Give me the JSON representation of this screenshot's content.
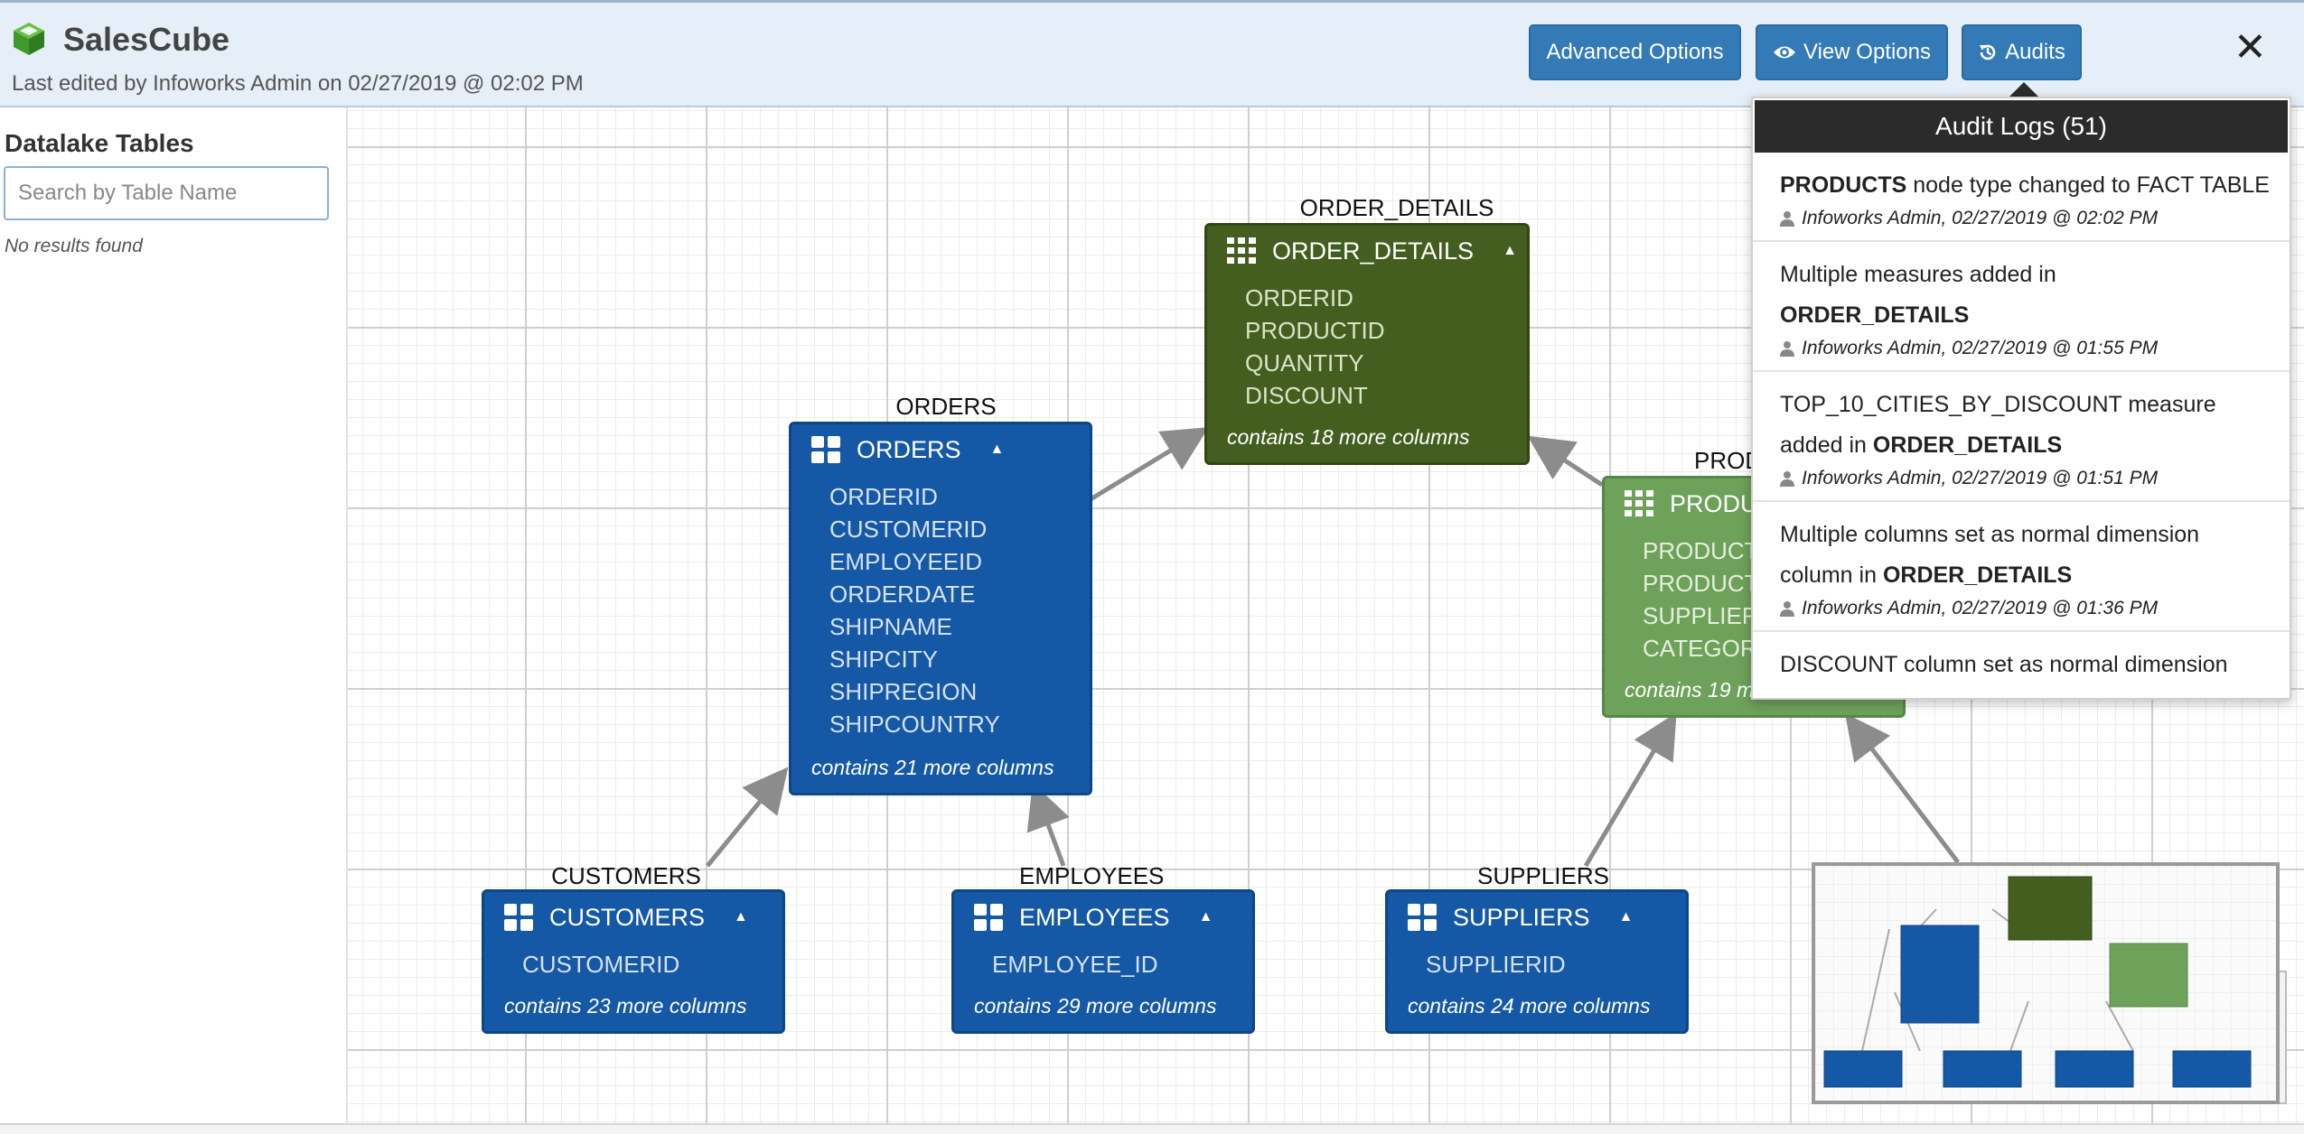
{
  "header": {
    "title": "SalesCube",
    "edited": "Last edited by Infoworks Admin on 02/27/2019 @ 02:02 PM",
    "buttons": {
      "advanced": "Advanced Options",
      "view": "View Options",
      "audits": "Audits"
    },
    "close_glyph": "✕"
  },
  "sidebar": {
    "title": "Datalake Tables",
    "search_placeholder": "Search by Table Name",
    "no_results": "No results found"
  },
  "nodes": {
    "order_details": {
      "label": "ORDER_DETAILS",
      "title": "ORDER_DETAILS",
      "columns": [
        "ORDERID",
        "PRODUCTID",
        "QUANTITY",
        "DISCOUNT"
      ],
      "more": "contains 18 more columns"
    },
    "orders": {
      "label": "ORDERS",
      "title": "ORDERS",
      "columns": [
        "ORDERID",
        "CUSTOMERID",
        "EMPLOYEEID",
        "ORDERDATE",
        "SHIPNAME",
        "SHIPCITY",
        "SHIPREGION",
        "SHIPCOUNTRY"
      ],
      "more": "contains 21 more columns"
    },
    "products": {
      "label": "PROD",
      "title": "PRODU",
      "columns": [
        "PRODUCT",
        "PRODUCT",
        "SUPPLIER",
        "CATEGOR"
      ],
      "more": "contains 19 m"
    },
    "customers": {
      "label": "CUSTOMERS",
      "title": "CUSTOMERS",
      "columns": [
        "CUSTOMERID"
      ],
      "more": "contains 23 more columns"
    },
    "employees": {
      "label": "EMPLOYEES",
      "title": "EMPLOYEES",
      "columns": [
        "EMPLOYEE_ID"
      ],
      "more": "contains 29 more columns"
    },
    "suppliers": {
      "label": "SUPPLIERS",
      "title": "SUPPLIERS",
      "columns": [
        "SUPPLIERID"
      ],
      "more": "contains 24 more columns"
    }
  },
  "audit": {
    "title": "Audit Logs (51)",
    "items": [
      {
        "pre": "",
        "bold": "PRODUCTS",
        "post": " node type changed to FACT TABLE",
        "meta": "Infoworks Admin, 02/27/2019 @ 02:02 PM"
      },
      {
        "pre": "Multiple measures added in ",
        "bold": "ORDER_DETAILS",
        "post": "",
        "meta": "Infoworks Admin, 02/27/2019 @ 01:55 PM"
      },
      {
        "pre": "TOP_10_CITIES_BY_DISCOUNT measure added in ",
        "bold": "ORDER_DETAILS",
        "post": "",
        "meta": "Infoworks Admin, 02/27/2019 @ 01:51 PM"
      },
      {
        "pre": "Multiple columns set as normal dimension column in ",
        "bold": "ORDER_DETAILS",
        "post": "",
        "meta": "Infoworks Admin, 02/27/2019 @ 01:36 PM"
      },
      {
        "pre": "DISCOUNT column set as normal dimension",
        "bold": "",
        "post": "",
        "meta": ""
      }
    ]
  },
  "colors": {
    "header_bg": "#e6eef7",
    "primary_button": "#337ab7",
    "dimension_node": "#1558a6",
    "fact_node": "#445e1f",
    "products_node": "#6ea15a",
    "cube_icon": "#4caf50"
  },
  "icons": {
    "app": "cube-icon",
    "view_options": "eye-icon",
    "audits": "history-icon",
    "close": "close-icon",
    "dimension_table": "grid-icon",
    "fact_table": "table-grid-icon",
    "collapse": "caret-up-icon",
    "audit_user": "user-icon"
  }
}
